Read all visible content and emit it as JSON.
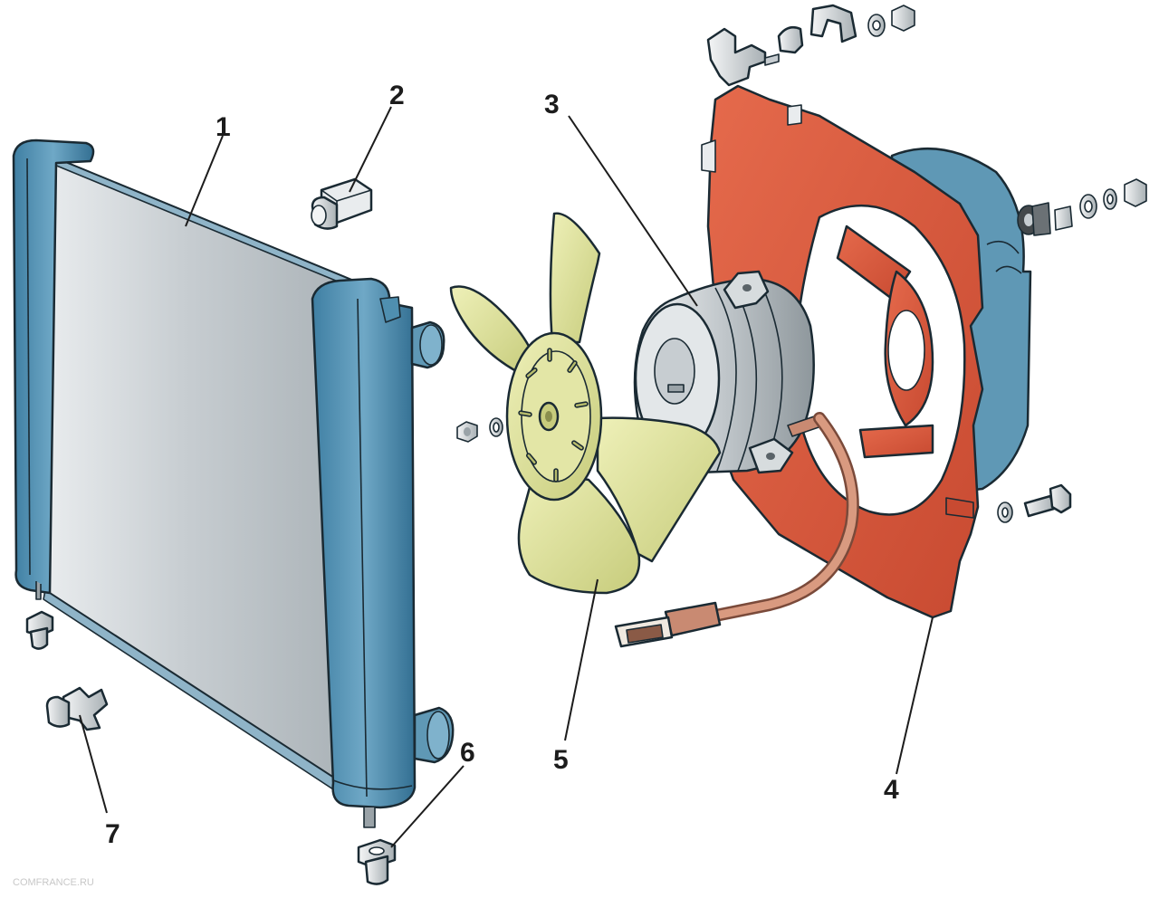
{
  "callouts": [
    {
      "label": "1",
      "part": "radiator"
    },
    {
      "label": "2",
      "part": "radiator-cap"
    },
    {
      "label": "3",
      "part": "fan-motor"
    },
    {
      "label": "4",
      "part": "fan-shroud"
    },
    {
      "label": "5",
      "part": "fan-impeller"
    },
    {
      "label": "6",
      "part": "drain-plug"
    },
    {
      "label": "7",
      "part": "drain-cock"
    }
  ],
  "watermark": "COMFRANCE.RU",
  "colors": {
    "radiator_tank": "#4f8fb0",
    "radiator_core": "#c9cfd3",
    "shroud_red": "#d9553a",
    "shroud_blue": "#5f98b5",
    "fan_yellow": "#d8dc92",
    "motor_silver": "#c4c9cc",
    "wire": "#c98a72",
    "hardware": "#d7dcde"
  }
}
